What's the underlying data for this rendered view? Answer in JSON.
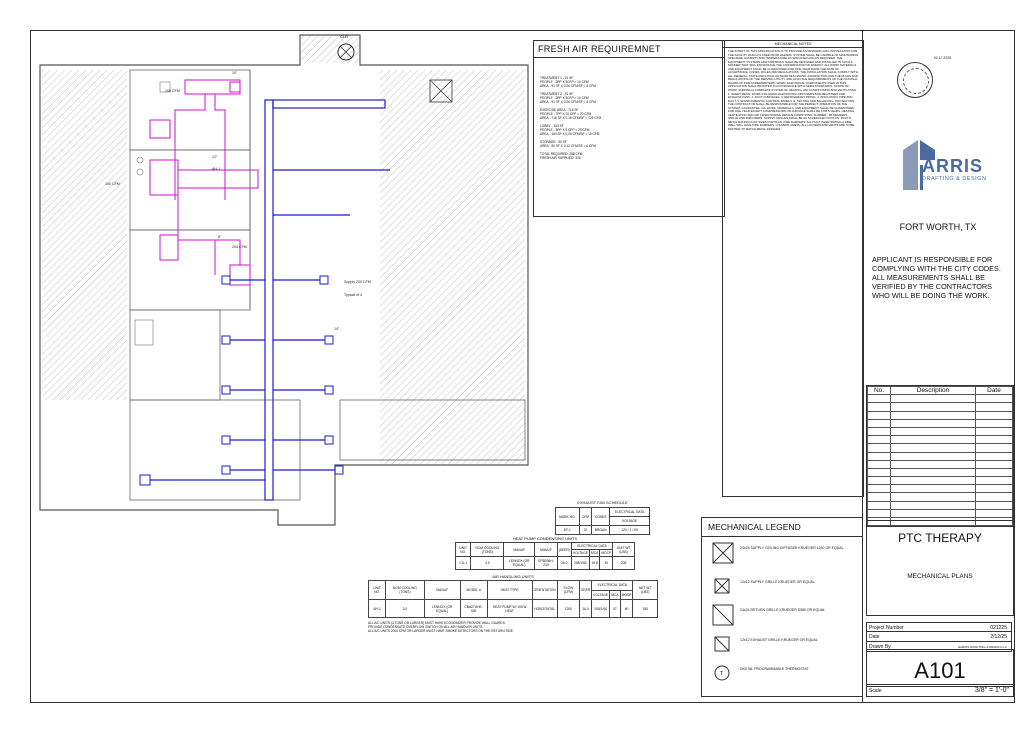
{
  "fresh_air": {
    "title": "FRESH AIR REQUIREMNET",
    "lines": [
      "TREATMENT 1 - 91 SF",
      "PEOPLE - 2PP X 5CFP = 10 CFM",
      "AREA - 91 SF X 0.06 CFM/SF = 5 CFM",
      "TREATMENT 2 - 91 SF",
      "PEOPLE - 2PP X 5CFP = 10 CFM",
      "AREA - 91 SF X 0.06 CFM/SF = 5 CFM",
      "EXERCISE AREA - 716 SF",
      "PEOPLE - 7PP X 10 CFP = 70 CFM",
      "AREA - 716 SF X 0.18 CFM/SF = 129 CFM",
      "LOBBY - 163 SF",
      "PEOPLE - 5PP X 5 CFP = 25 CFM",
      "AREA - 163 SF X 0.06 CFM/SF = 10 CFM",
      "STORAGE - 50 SF",
      "AREA - 50 SF X 0.12 CFM/SF = 6 CFM",
      "TOTAL REQUIRED: 288 CFM",
      "FRESH AIR SUPPLIED: 326"
    ]
  },
  "notes": {
    "title": "MECHANICAL NOTES",
    "body": "THE INTENT OF THIS SPECIFICATION IS TO PROVIDE A STANDARD HVAC INSTALLATION FOR THE FACILITY WHICH IS FREE FROM HAZARD. SYSTEM SHALL BE CAPABLE OF MAINTAINING SPECIFIED HUMIDITY AND TEMPERATURE AS SPECIFIED AND AS REQUIRED. THE EQUIPMENT, SYSTEMS AND CONTROLS SHALL BE DESIGNED AND INSTALLED IN SUCH A MANNER THAT WILL ENCOURAGE THE CONSERVATION OF ENERGY. ALL WORK MATERIALS AND EQUIPMENT SHALL BE GUARANTEED FOR ONE YEAR FROM THE DATE OF ACCEPTANCE. CODES, RULES AND REGULATIONS: THE INSTALLATION SHALL COMPLY WITH ALL FEDERAL, STATE AND LOCAL AUTHORITIES HAVING JURISDICTION AND THE RULES AND REGULATIONS OF THE SERVING UTILITY, AND ALSO THE REQUIREMENTS OF THE NATIONAL BOARD OF FIRE UNDERWRITERS. WORK: ELECTRICAL COMPONENTS USED IN THIS APPLICATION SHALL BE RATED IN ACCORDANCE WITH NEMA STANDARDS. SCOPE OF WORK: FURNISH A COMPLETE SYSTEM OF HEATING, AIR CONDITIONING AND VENTILATING. 1. SHEET METAL WORK INCLUDING ELECTRONIC DIFFUSERS AND REGISTERS AND EXHAUST FANS. 2. DUCT FURNACES. 3. REFRIGERANT PIPING. 4. INSULATION, PIPE AND DUCT. 5. ENVIRONMENTAL CONTROL PANELS. 6. TESTING AND BALANCING. PROTECTION: THE CONTRACTOR SHALL BE RESPONSIBLE FOR THE PERFECT OPERATION OF THE SYSTEM. GUARANTEE: ALL WORK, MATERIALS, AND EQUIPMENT SHALL BE GUARANTEED FOR ONE YEAR EXCEPT COMPRESSORS OR FURNACE SHALL BE FOR 5 YEARS. HEATING, VENTILATING AND AIR CONDITIONING DESIGN CONDITIONS: SUMMER - 95 DEGREES. GRILLE AND DIFFUSERS: SUPPLY GRILLES SHALL BE AS SCHEDULED ON PLAN. DUCTS: METAL ROUND DUCT SIZES FOR PLAN. FIRE DAMPERS: ALL DUCT PENETRATING A FIRE WALL WILL HAVE FIRE DAMPERS. LOUVERS VENTS: ALL LOUVERS AND VENTS ARE TO BE PAINTED TO MATCH METAL FINISHES."
  },
  "stamp": {
    "date": "02.17.2025"
  },
  "logo": {
    "name": "ARRIS",
    "sub": "DRAFTING & DESIGN"
  },
  "city": "FORT WORTH, TX",
  "applicant": "APPLICANT IS RESPONSIBLE FOR COMPLYING WITH THE CITY CODES. ALL MEASUREMENTS SHALL BE VERIFIED BY THE CONTRACTORS WHO WILL BE DOING THE WORK.",
  "revisions": {
    "headers": [
      "No.",
      "Description",
      "Date"
    ],
    "rows": 16
  },
  "title_block": {
    "project": "PTC THERAPY",
    "drawing": "MECHANICAL PLANS",
    "project_number_label": "Project Number",
    "project_number": "021225",
    "date_label": "Date",
    "date": "2/12/25",
    "drawn_by_label": "Drawn By",
    "drawn_by": "HARRIS DRAFTING & DESIGN LLC",
    "sheet": "A101",
    "scale_label": "Scale",
    "scale": "3/8\" = 1'-0\""
  },
  "legend": {
    "title": "MECHANICAL LEGEND",
    "items": [
      {
        "icon": "supply-grille-icon",
        "text": "24x24 SUPPLY CEILING DIFFUSER KRUEGER 1240 OR EQUAL"
      },
      {
        "icon": "supply-grille-small-icon",
        "text": "12x12 SUPPLY GRILLE KRUEGER OR EQUAL"
      },
      {
        "icon": "return-grille-icon",
        "text": "24x24 RETURN GRILLE KRUEGER S580 OR EQUAL"
      },
      {
        "icon": "exhaust-grille-icon",
        "text": "12x12 EXHAUST GRILLE KRUEGER OR EQUAL"
      },
      {
        "icon": "thermostat-icon",
        "text": "DIGITAL PROGRAMMABLE THERMOSTAT"
      }
    ]
  },
  "exhaust_schedule": {
    "title": "EXHAUST FAN SCHEDULE",
    "headers": [
      "MARK NO.",
      "CFM",
      "SONES",
      "ELECTRICAL DATA"
    ],
    "sub": "VOLTAGE",
    "row": [
      "EF-1",
      "70",
      "BROAN",
      "120 / 1 / 60"
    ]
  },
  "condenser_schedule": {
    "title": "HEAT PUMP CONDENSING UNITS",
    "headers": [
      "UNIT NO.",
      "NOM COOLING (TONS)",
      "MANUF",
      "MANUF",
      "(SEER)",
      "ELECTRICAL DATA",
      "UNIT WT (LBS)"
    ],
    "sub": [
      "VOLTAGE",
      "MCA",
      "MOCP"
    ],
    "row": [
      "CU-1",
      "3.0",
      "LENNOX (OR EQUAL)",
      "EPB036H-230",
      "16.0",
      "208/1/60",
      "19.8",
      "30",
      "208"
    ]
  },
  "air_handler_schedule": {
    "title": "AIR HANDLING UNITS",
    "headers": [
      "UNIT NO.",
      "NOM COOLING (TONS)",
      "MANUF",
      "MODEL #",
      "HEAT TYPE",
      "ORIENTATION",
      "FLOW (CFM)",
      "SEER",
      "ELECTRICAL DATA",
      "NET WT (LBS)"
    ],
    "sub": [
      "VOLTAGE",
      "MCA",
      "MOCP"
    ],
    "row": [
      "AH-1",
      "3.0",
      "LENNOX (OR EQUAL)",
      "CBA27UHE-036",
      "HEAT PUMP W/ 10KW HEAT",
      "HORIZONTAL",
      "1200",
      "16.0",
      "208/1/60",
      "57",
      "60",
      "150"
    ]
  },
  "schedule_notes": [
    "ALL A/C UNITS (3 TONS OR LARGER) MUST HAVE ECONOMIZER PROVIDE WALL GUARDS.",
    "PROVIDE CONDENSATE OVERFLOW SWITCH ON ALL AIR HANDLER UNITS.",
    "ALL A/C UNITS 2000 CFM OR LARGER MUST HAVE SMOKE DETECTORS ON THE RETURN SIDE."
  ],
  "plan_labels": {
    "fan": "CLR",
    "cfm1": "100 CFM",
    "cfm2": "200 CFM",
    "cfm3": "100 CFM",
    "supply": "Supply 200 CFM",
    "typ": "Typical of 4",
    "d10": "10\"",
    "d12": "12\"",
    "d8": "8\"",
    "d14": "14\"",
    "ah": "AH-1"
  },
  "colors": {
    "supply_duct": "#d10fd1",
    "main_duct": "#1a1ad4"
  }
}
